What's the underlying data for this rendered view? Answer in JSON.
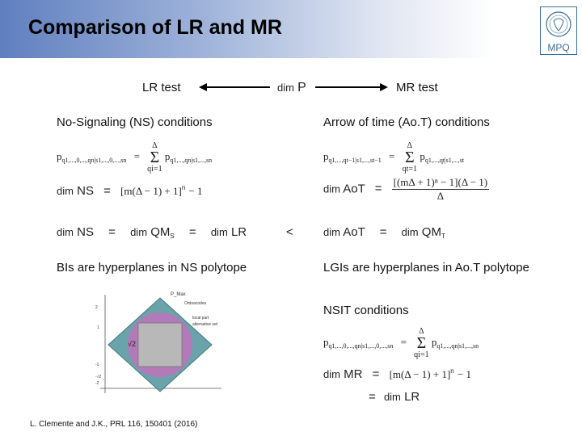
{
  "slide": {
    "title": "Comparison of LR and MR",
    "header_gradient": [
      "#5f7fbf",
      "#ffffff"
    ],
    "logo": {
      "icon": "mpq-seal-icon",
      "text": "MPQ",
      "color": "#3a6f9a"
    }
  },
  "top_row": {
    "left": "LR test",
    "center_dim": "dim",
    "center_p": "P",
    "right": "MR test"
  },
  "left": {
    "heading": "No-Signaling (NS) conditions",
    "eq1": {
      "lhs": "p",
      "lhs_sub": "q1,...,0,...,qn|s1,...,0,...,sn",
      "equals": "=",
      "sum_top": "Δ",
      "sum_bot": "qi=1",
      "rhs": "p",
      "rhs_sub": "q1,...,qn|s1,...,sn"
    },
    "eq2": {
      "dim": "dim",
      "ns": "NS",
      "equals": "=",
      "rhs_a": "[m(Δ − 1) + 1]",
      "power": "n",
      "rhs_b": "− 1"
    },
    "eq3": {
      "dim1": "dim",
      "ns": "NS",
      "eq_a": "=",
      "dim2": "dim",
      "qm": "QM",
      "qm_sub": "S",
      "eq_b": "=",
      "dim3": "dim",
      "lr": "LR"
    },
    "statement": "BIs are hyperplanes in NS polytope"
  },
  "compare": "<",
  "right": {
    "heading": "Arrow of time (Ao.T) conditions",
    "eq1": {
      "lhs": "p",
      "lhs_sub": "q1,...,qt−1|s1,...,st−1",
      "equals": "=",
      "sum_top": "Δ",
      "sum_bot": "qt=1",
      "rhs": "p",
      "rhs_sub": "q1,...,qt|s1,...,st"
    },
    "eq2": {
      "dim": "dim",
      "aot": "AoT",
      "equals": "=",
      "num": "[(mΔ + 1)ⁿ − 1](Δ − 1)",
      "den": "Δ"
    },
    "eq3": {
      "dim1": "dim",
      "aot": "AoT",
      "eq": "=",
      "dim2": "dim",
      "qm": "QM",
      "qm_sub": "T"
    },
    "statement": "LGIs are hyperplanes in Ao.T polytope",
    "nsit_heading": "NSIT conditions",
    "eq4": {
      "lhs": "p",
      "lhs_sub": "q1,...,0,...,qn|s1,...,0,...,sn",
      "equals": "=",
      "sum_top": "Δ",
      "sum_bot": "qi=1",
      "rhs": "p",
      "rhs_sub": "q1,...,qn|s1,...,sn"
    },
    "eq5": {
      "dim": "dim",
      "mr": "MR",
      "equals": "=",
      "rhs_a": "[m(Δ − 1) + 1]",
      "power": "n",
      "rhs_b": "− 1"
    },
    "eq6": {
      "equals": "=",
      "dim": "dim",
      "lr": "LR"
    }
  },
  "figure": {
    "labels": [
      "P_Max",
      "Ordoacodes",
      "local part",
      "alternative set",
      "√2",
      "-√2",
      "2",
      "-2",
      "1",
      "-1"
    ],
    "colors": {
      "diamond": "#6aa3aa",
      "circle": "#b27ab8",
      "square": "#b8b8b8"
    }
  },
  "citation": "L. Clemente and J.K., PRL 116, 150401 (2016)"
}
